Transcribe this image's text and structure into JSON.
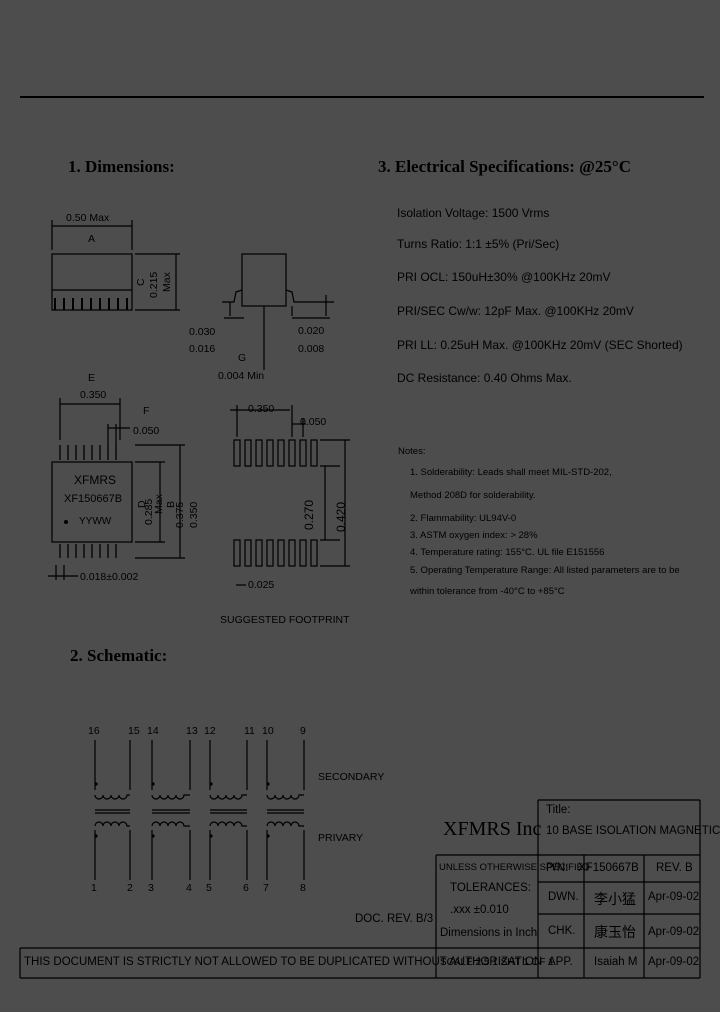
{
  "sections": {
    "dimensions": "1. Dimensions:",
    "electrical": "3. Electrical   Specifications: @25°C",
    "schematic": "2. Schematic:"
  },
  "dims": {
    "a_value": "0.50 Max",
    "a_letter": "A",
    "c_letter": "C",
    "c_value": "0.215",
    "c_max": "Max",
    "lead_thick_max": "0.030",
    "lead_thick_min": "0.016",
    "g_letter": "G",
    "g_value": "0.004 Min",
    "stand_max": "0.020",
    "stand_min": "0.008",
    "e_letter": "E",
    "e_value": "0.350",
    "f_letter": "F",
    "f_value": "0.050",
    "d_letter": "D",
    "d_value": "0.285",
    "d_max": "Max",
    "b_letter": "B",
    "b_value1": "0.375",
    "b_value2": "0.350",
    "lead_width": "0.018±0.002",
    "part_brand": "XFMRS",
    "part_number": "XF150667B",
    "date_code": "YYWW",
    "fp_width": "0.350",
    "fp_pitch": "0.050",
    "fp_span1": "0.270",
    "fp_span2": "0.420",
    "fp_pad": "0.025",
    "footprint_label": "SUGGESTED FOOTPRINT"
  },
  "specs": [
    "Isolation Voltage:  1500 Vrms",
    "Turns Ratio: 1:1  ±5% (Pri/Sec)",
    "PRI OCL: 150uH±30% @100KHz 20mV",
    "PRI/SEC Cw/w: 12pF Max. @100KHz 20mV",
    "PRI LL: 0.25uH Max. @100KHz 20mV (SEC Shorted)",
    "DC Resistance: 0.40 Ohms Max."
  ],
  "notes_title": "Notes:",
  "notes": [
    "1.  Solderability: Leads shall meet MIL-STD-202,",
    "     Method 208D for solderability.",
    "2.  Flammability: UL94V-0",
    "3.  ASTM oxygen index: > 28%",
    "4.  Temperature rating: 155°C. UL file E151556",
    "5.  Operating Temperature Range: All listed parameters are to be",
    "     within tolerance from -40°C to +85°C"
  ],
  "schematic": {
    "top_pins": [
      "16",
      "15",
      "14",
      "13",
      "12",
      "11",
      "10",
      "9"
    ],
    "bottom_pins": [
      "1",
      "2",
      "3",
      "4",
      "5",
      "6",
      "7",
      "8"
    ],
    "secondary": "SECONDARY",
    "primary": "PRIVARY"
  },
  "title_block": {
    "company": "XFMRS Inc",
    "title_label": "Title:",
    "title": "10 BASE ISOLATION MAGNETICS",
    "unless": "UNLESS OTHERWISE SPECIFIED",
    "tolerances": "TOLERANCES:",
    "xxx": ".xxx  ±0.010",
    "dims_inch": "Dimensions in Inch",
    "doc_rev": "DOC. REV. B/3",
    "pn_label": "P/N:",
    "pn": "XF150667B",
    "rev": "REV. B",
    "dwn_label": "DWN.",
    "dwn_name": "李小猛",
    "dwn_date": "Apr-09-02",
    "chk_label": "CHK.",
    "chk_name": "康玉怡",
    "chk_date": "Apr-09-02",
    "app_label": "APP.",
    "app_name": "Isaiah M",
    "app_date": "Apr-09-02",
    "scale": "SCALE 2.5:1  SHT 1 OF 1",
    "footer": "THIS DOCUMENT IS STRICTLY NOT ALLOWED TO BE DUPLICATED WITHOUT AUTHORIZATION"
  }
}
